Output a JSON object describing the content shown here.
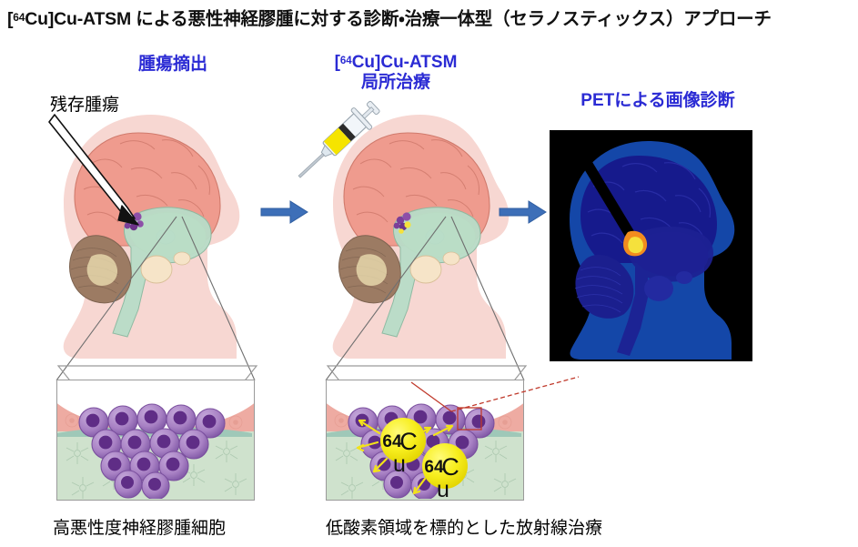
{
  "title": {
    "prefix": "[",
    "sup": "64",
    "rest": "Cu]Cu-ATSM による悪性神経膠腫に対する診断・治療一体型（セラノスティックス）アプローチ",
    "full": "[64Cu]Cu-ATSM による悪性神経膠腫に対する診断・治療一体型（セラノスティックス）アプローチ"
  },
  "labels": {
    "resection": "腫瘍摘出",
    "residual_tumor": "残存腫瘍",
    "injection_line1_prefix": "[",
    "injection_line1_sup": "64",
    "injection_line1_rest": "Cu]Cu-ATSM",
    "injection_line2": "局所治療",
    "pet_imaging": "PETによる画像診断"
  },
  "captions": {
    "left": "高悪性度神経膠腫細胞",
    "right": "低酸素領域を標的とした放射線治療"
  },
  "cell_markers": {
    "isotope_sup": "64",
    "element_c": "C",
    "element_u": "u",
    "label": "64Cu",
    "count": 2
  },
  "colors": {
    "title_text": "#111111",
    "heading_blue": "#2b2bd4",
    "process_arrow": "#3d6fb8",
    "head_skin": "#f7d7d2",
    "cortex": "#ef9b8e",
    "cerebellum": "#9c7b63",
    "brainstem_green": "#b8ddc8",
    "corpus_yellow": "#f0e3b4",
    "tumor_purple": "#7b3f98",
    "pet_background": "#000000",
    "pet_head": "#1447a8",
    "pet_brain": "#161a8c",
    "pet_hotspot_orange": "#f28c1e",
    "pet_hotspot_yellow": "#f5e13c",
    "inset_border": "#9a9a9a",
    "tissue_pink": "#eeaba2",
    "tissue_green": "#cfe2cd",
    "cell_body": "#a881c4",
    "cell_nucleus": "#5f2d86",
    "isotope_yellow": "#f7ee1e",
    "callout_red": "#c0392b",
    "connector_gray": "#6f6f6f",
    "syringe_fluid": "#f5e400",
    "syringe_plunger": "#2b2b2b"
  },
  "panels": [
    {
      "id": "panel-left",
      "heading": "腫瘍摘出",
      "caption": "高悪性度神経膠腫細胞"
    },
    {
      "id": "panel-middle",
      "heading": "[64Cu]Cu-ATSM 局所治療",
      "caption": "低酸素領域を標的とした放射線治療"
    },
    {
      "id": "panel-right",
      "heading": "PETによる画像診断",
      "caption": ""
    }
  ]
}
